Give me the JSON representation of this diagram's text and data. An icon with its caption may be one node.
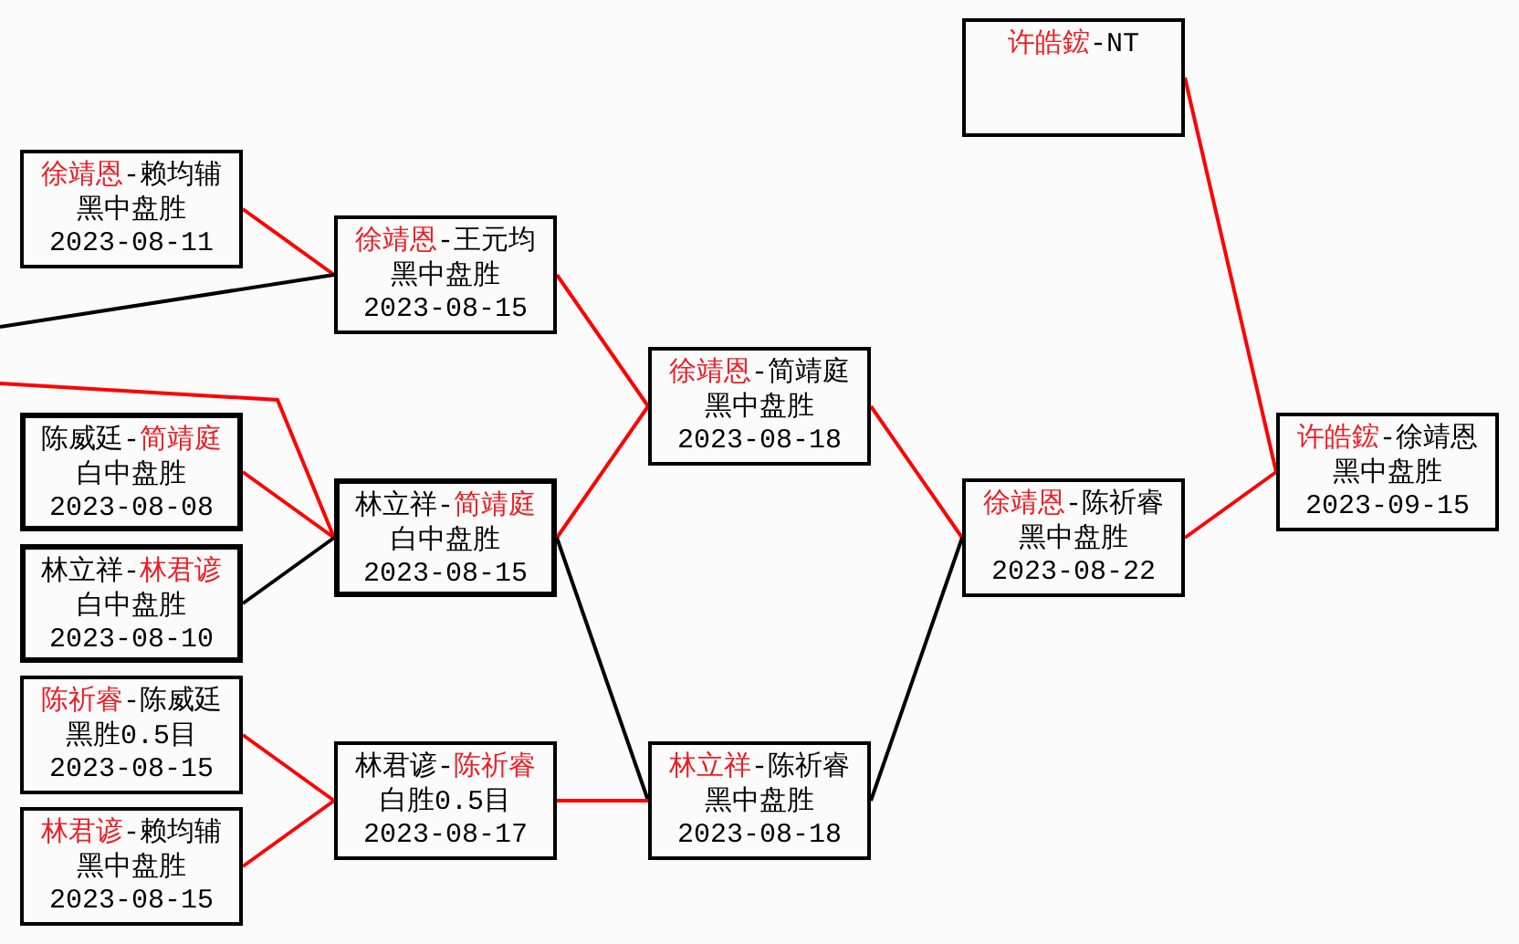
{
  "diagram": {
    "nodes": [
      {
        "text": [
          "徐靖恩-赖均辅",
          "黑中盘胜",
          "2023-08-11"
        ]
      },
      {
        "text": [
          "陈威廷-简靖庭",
          "白中盘胜",
          "2023-08-08"
        ]
      },
      {
        "text": [
          "林立祥-林君谚",
          "白中盘胜",
          "2023-08-10"
        ]
      },
      {
        "text": [
          "陈祈睿-陈威廷",
          "黑胜0.5目",
          "2023-08-15"
        ]
      },
      {
        "text": [
          "林君谚-赖均辅",
          "黑中盘胜",
          "2023-08-15"
        ]
      },
      {
        "text": [
          "徐靖恩-王元均",
          "黑中盘胜",
          "2023-08-15"
        ]
      },
      {
        "text": [
          "林立祥-简靖庭",
          "白中盘胜",
          "2023-08-15"
        ]
      },
      {
        "text": [
          "林君谚-陈祈睿",
          "白胜0.5目",
          "2023-08-17"
        ]
      },
      {
        "text": [
          "徐靖恩-简靖庭",
          "黑中盘胜",
          "2023-08-18"
        ]
      },
      {
        "text": [
          "林立祥-陈祈睿",
          "黑中盘胜",
          "2023-08-18"
        ]
      },
      {
        "text": [
          "许皓鋐-NT"
        ]
      },
      {
        "text": [
          "徐靖恩-陈祈睿",
          "黑中盘胜",
          "2023-08-22"
        ]
      },
      {
        "text": [
          "许皓鋐-徐靖恩",
          "黑中盘胜",
          "2023-09-15"
        ]
      }
    ],
    "edges": [
      {
        "from": 0,
        "to": 5,
        "arrow": "none"
      },
      {
        "from": null,
        "to": 5,
        "arrow": "none",
        "color": "#000000"
      },
      {
        "from": null,
        "to": 6,
        "arrow": "none"
      },
      {
        "from": 1,
        "to": 6,
        "arrow": "none"
      },
      {
        "from": 2,
        "to": 6,
        "arrow": "none",
        "color": "#000000"
      },
      {
        "from": 3,
        "to": 7,
        "arrow": "none"
      },
      {
        "from": 4,
        "to": 7,
        "arrow": "none"
      },
      {
        "from": 5,
        "to": 8,
        "arrow": "none"
      },
      {
        "from": 6,
        "to": 8,
        "arrow": "none"
      },
      {
        "from": 6,
        "to": 9,
        "arrow": "none",
        "color": "#000000"
      },
      {
        "from": 7,
        "to": 9,
        "arrow": "none"
      },
      {
        "from": 8,
        "to": 11,
        "arrow": "none"
      },
      {
        "from": 9,
        "to": 11,
        "arrow": "none",
        "color": "#000000"
      },
      {
        "from": 10,
        "to": 12,
        "arrow": "none"
      },
      {
        "from": 11,
        "to": 12,
        "arrow": "none"
      }
    ]
  }
}
